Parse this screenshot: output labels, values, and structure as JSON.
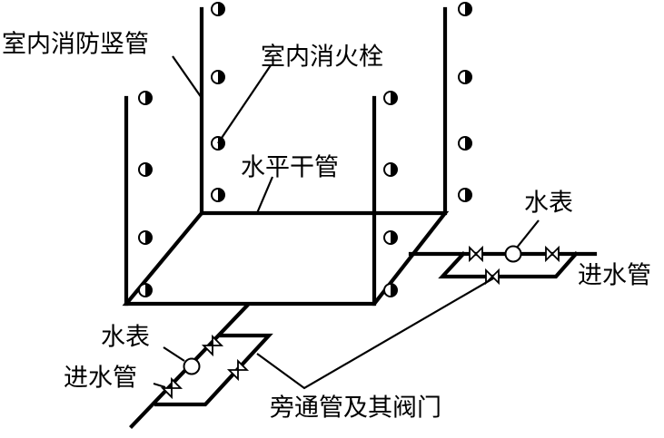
{
  "labels": {
    "riser": "室内消防竖管",
    "hydrant": "室内消火栓",
    "main": "水平干管",
    "meter_right": "水表",
    "inlet_right": "进水管",
    "meter_left": "水表",
    "inlet_left": "进水管",
    "bypass": "旁通管及其阀门"
  },
  "icons": {
    "hydrant": "fire-hydrant-icon",
    "valve": "gate-valve-icon",
    "meter": "water-meter-icon"
  },
  "colors": {
    "line": "#000000",
    "background": "#ffffff"
  }
}
